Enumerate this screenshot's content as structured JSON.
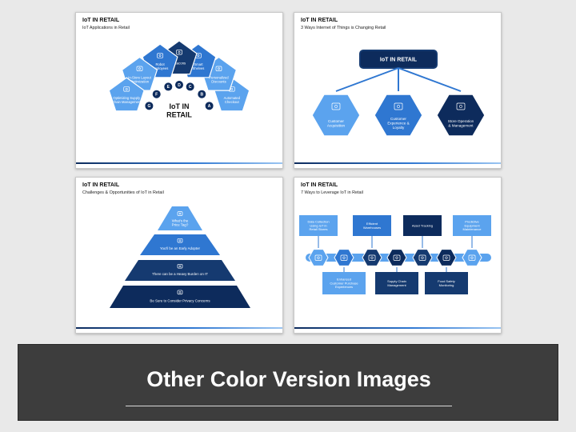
{
  "slides": [
    {
      "title": "IoT IN RETAIL",
      "subtitle": "IoT Applications in Retail",
      "center_title": [
        "IoT IN",
        "RETAIL"
      ],
      "items": [
        {
          "letter": "A",
          "lines": [
            "Automated",
            "Checkout"
          ],
          "icon": "checkout-icon"
        },
        {
          "letter": "B",
          "lines": [
            "Personalized",
            "Discounts"
          ],
          "icon": "discount-tag-icon"
        },
        {
          "letter": "C",
          "lines": [
            "Smart",
            "Shelves"
          ],
          "icon": "shelves-icon"
        },
        {
          "letter": "D",
          "lines": [
            "Beacons"
          ],
          "icon": "beacon-icon"
        },
        {
          "letter": "E",
          "lines": [
            "Robot",
            "Employees"
          ],
          "icon": "robot-icon"
        },
        {
          "letter": "F",
          "lines": [
            "In-Store Layout",
            "Optimization"
          ],
          "icon": "layout-icon"
        },
        {
          "letter": "G",
          "lines": [
            "Optimizing Supply",
            "Chain Management"
          ],
          "icon": "supply-chain-icon"
        }
      ]
    },
    {
      "title": "IoT IN RETAIL",
      "subtitle": "3 Ways Internet of Things is Changing Retail",
      "header_box": "IoT IN RETAIL",
      "items": [
        {
          "lines": [
            "Customer",
            "Acquisition"
          ],
          "icon": "people-icon"
        },
        {
          "lines": [
            "Customer",
            "Experience &",
            "Loyalty"
          ],
          "icon": "gears-people-icon"
        },
        {
          "lines": [
            "Store Operation",
            "& Management"
          ],
          "icon": "store-icon"
        }
      ]
    },
    {
      "title": "IoT IN RETAIL",
      "subtitle": "Challenges & Opportunities of IoT in Retail",
      "tiers": [
        {
          "lines": [
            "What's the",
            "Price Tag?"
          ],
          "icon": "price-tag-icon"
        },
        {
          "lines": [
            "You'll be an Early Adopter"
          ],
          "icon": "rocket-icon"
        },
        {
          "lines": [
            "There can be a Heavy Burden on IT"
          ],
          "icon": "monitor-gear-icon"
        },
        {
          "lines": [
            "Be Sure to Consider Privacy Concerns"
          ],
          "icon": "privacy-shield-icon"
        }
      ]
    },
    {
      "title": "IoT IN RETAIL",
      "subtitle": "7 Ways to Leverage IoT in Retail",
      "top_boxes": [
        {
          "lines": [
            "Data Collection",
            "Using IoT in",
            "Retail Stores"
          ]
        },
        {
          "lines": [
            "Efficient",
            "Warehouses"
          ]
        },
        {
          "lines": [
            "Asset Tracking"
          ]
        },
        {
          "lines": [
            "Predictive",
            "Equipment",
            "Maintenance"
          ]
        }
      ],
      "bottom_boxes": [
        {
          "lines": [
            "Enhanced",
            "Customer Purchase",
            "Experiences"
          ]
        },
        {
          "lines": [
            "Supply Chain",
            "Management"
          ]
        },
        {
          "lines": [
            "Food Safety",
            "Monitoring"
          ]
        }
      ],
      "icons": [
        "data-icon",
        "purchase-icon",
        "warehouse-icon",
        "supply-chain-icon",
        "asset-box-icon",
        "food-safety-icon",
        "maintenance-icon"
      ]
    }
  ],
  "banner": {
    "title": "Other Color Version Images"
  },
  "colors": {
    "dark_navy": "#0d2b5c",
    "navy": "#153a70",
    "blue": "#2f77d1",
    "light_blue": "#5ba3ee",
    "sky": "#8fc2f4"
  }
}
